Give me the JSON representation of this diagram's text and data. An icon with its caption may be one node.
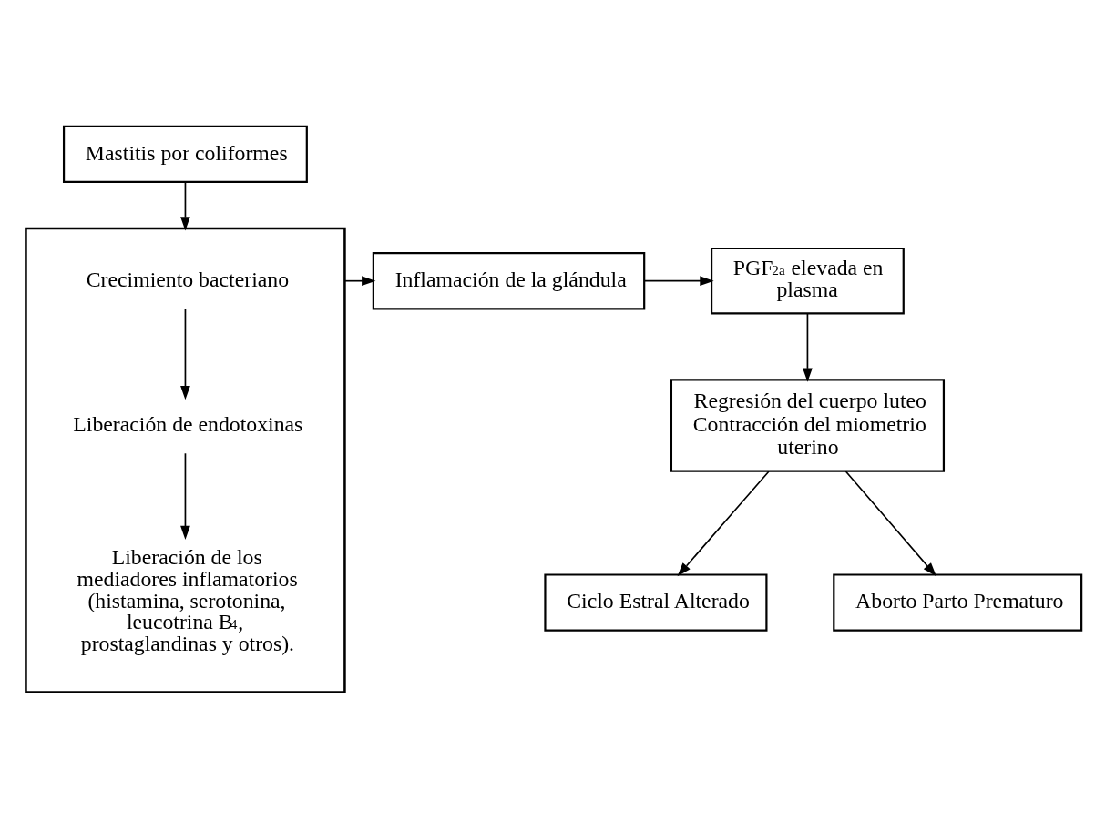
{
  "diagram": {
    "nodes": [
      {
        "text": [
          "Mastitis por coliformes"
        ]
      },
      {
        "text": [],
        "shape": "box"
      },
      {
        "text": [
          "Crecimiento bacteriano"
        ],
        "in": 1
      },
      {
        "text": [
          "Liberación de endotoxinas"
        ],
        "in": 1
      },
      {
        "text": [
          "Liberación de los mediadores inflamatorios (histamina, serotonina, leucotrina B$_{4}$, prostaglandinas y otros)."
        ],
        "in": 1
      },
      {
        "text": [
          "Inflamación de la glándula"
        ]
      },
      {
        "text": [
          "PGF$_{2a}$ elevada en plasma"
        ]
      },
      {
        "text": [
          "Regresión del cuerpo luteo",
          "Contracción del miometrio uterino"
        ]
      },
      {
        "text": [
          "Ciclo Estral Alterado"
        ]
      },
      {
        "text": [
          "Aborto Parto Prematuro"
        ]
      }
    ],
    "edges": [
      {
        "from": 0,
        "to": 1,
        "arrow": "to"
      },
      {
        "from": 2,
        "to": 3,
        "arrow": "to"
      },
      {
        "from": 3,
        "to": 4,
        "arrow": "to"
      },
      {
        "from": 1,
        "to": 5,
        "arrow": "to"
      },
      {
        "from": 5,
        "to": 6,
        "arrow": "to"
      },
      {
        "from": 6,
        "to": 7,
        "arrow": "to"
      },
      {
        "from": 7,
        "to": 8,
        "arrow": "to"
      },
      {
        "from": 7,
        "to": 9,
        "arrow": "to"
      }
    ]
  }
}
